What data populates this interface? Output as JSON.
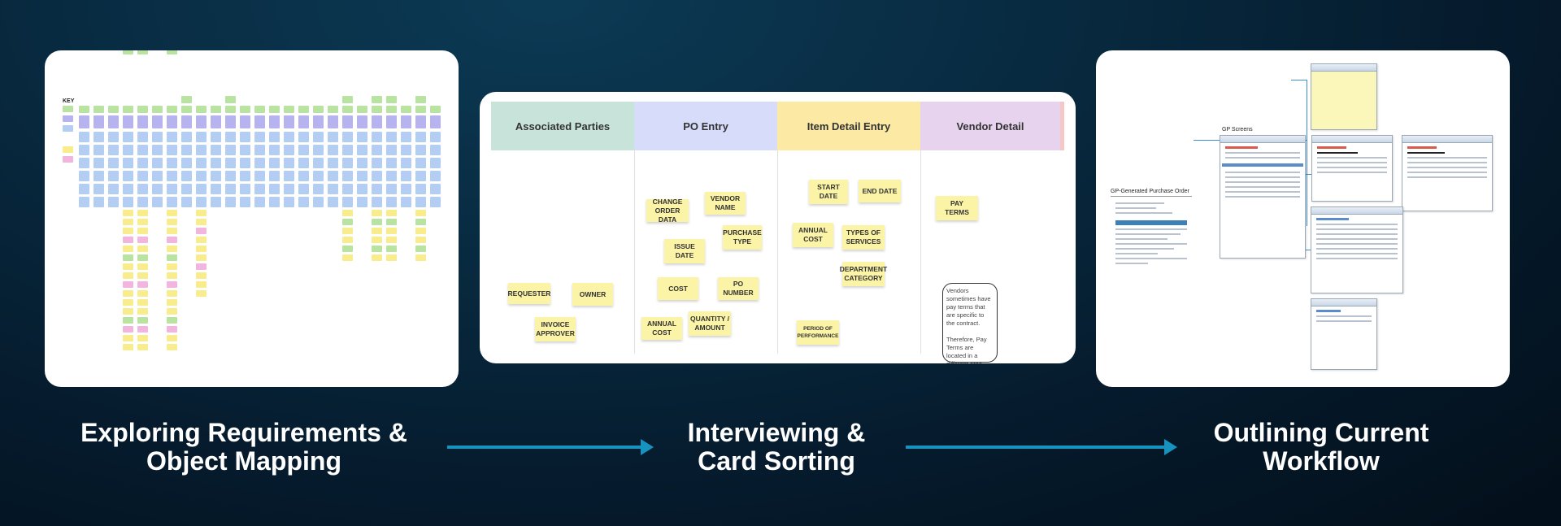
{
  "steps": [
    {
      "caption": "Exploring Requirements &\nObject Mapping"
    },
    {
      "caption": "Interviewing &\nCard Sorting"
    },
    {
      "caption": "Outlining Current\nWorkflow"
    }
  ],
  "map_panel": {
    "key_label": "KEY"
  },
  "card_panel": {
    "columns": [
      {
        "title": "Associated Parties",
        "color": "#c8e3da"
      },
      {
        "title": "PO Entry",
        "color": "#d6dcfa"
      },
      {
        "title": "Item Detail Entry",
        "color": "#fbe9a4"
      },
      {
        "title": "Vendor Detail",
        "color": "#e7d3ee"
      }
    ],
    "notes": [
      "CHANGE ORDER DATA",
      "VENDOR NAME",
      "PURCHASE TYPE",
      "ISSUE DATE",
      "COST",
      "PO NUMBER",
      "ANNUAL COST",
      "QUANTITY / AMOUNT",
      "REQUESTER",
      "OWNER",
      "INVOICE APPROVER",
      "START DATE",
      "END DATE",
      "ANNUAL COST",
      "TYPES OF SERVICES",
      "DEPARTMENT CATEGORY",
      "PERIOD OF PERFORMANCE",
      "PAY TERMS"
    ],
    "bubble_text": "Vendors sometimes have pay terms that are specific to the contract.\n\nTherefore, Pay Terms are located in a different area than their contact information."
  },
  "workflow_panel": {
    "doc_title": "GP-Generated Purchase Order",
    "screens_title": "GP Screens"
  },
  "colors": {
    "arrow": "#1793bf",
    "sticky": "#fbf3a6"
  }
}
